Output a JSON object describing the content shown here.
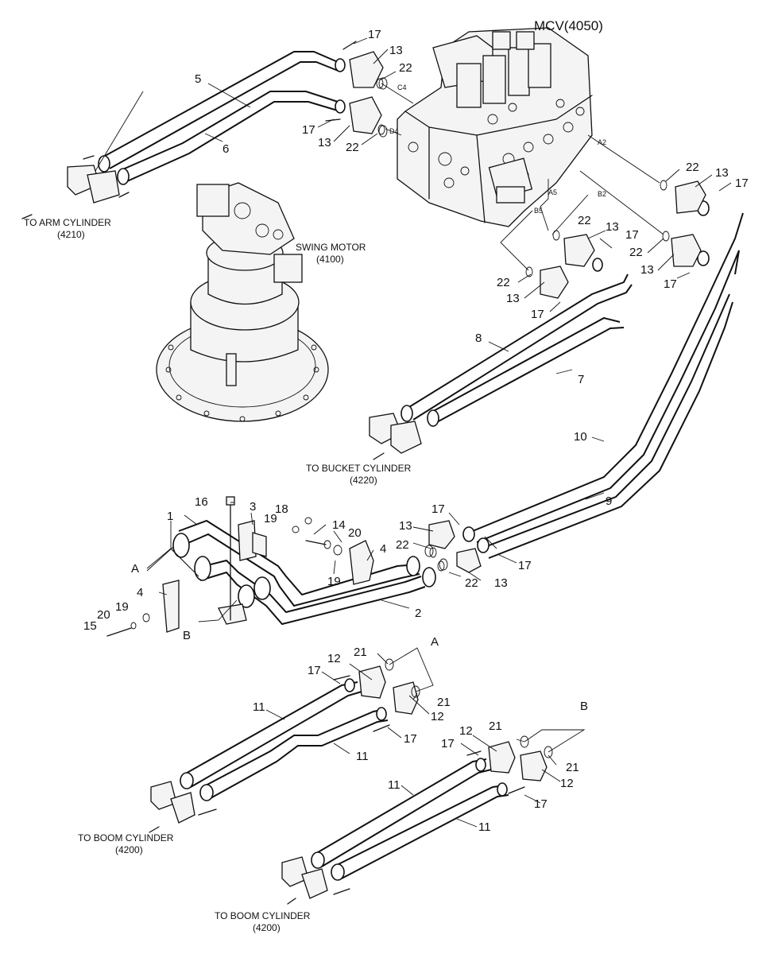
{
  "components": {
    "mcv_title": "MCV(4050)",
    "swing_motor_line1": "SWING MOTOR",
    "swing_motor_line2": "(4100)"
  },
  "destinations": {
    "arm_line1": "TO ARM CYLINDER",
    "arm_line2": "(4210)",
    "bucket_line1": "TO BUCKET CYLINDER",
    "bucket_line2": "(4220)",
    "boom1_line1": "TO BOOM CYLINDER",
    "boom1_line2": "(4200)",
    "boom2_line1": "TO BOOM CYLINDER",
    "boom2_line2": "(4200)"
  },
  "ports": {
    "c4": "C4",
    "d4": "D4",
    "a2": "A2",
    "b2": "B2",
    "a5": "A5",
    "b5": "B5"
  },
  "callouts": {
    "n1": "1",
    "n2": "2",
    "n3": "3",
    "n4a": "4",
    "n4b": "4",
    "n5": "5",
    "n6": "6",
    "n7": "7",
    "n8": "8",
    "n9": "9",
    "n10": "10",
    "n11a": "11",
    "n11b": "11",
    "n11c": "11",
    "n11d": "11",
    "n12a": "12",
    "n12b": "12",
    "n12c": "12",
    "n12d": "12",
    "n13a": "13",
    "n13b": "13",
    "n13c": "13",
    "n13d": "13",
    "n13e": "13",
    "n13f": "13",
    "n13g": "13",
    "n13h": "13",
    "n14": "14",
    "n15": "15",
    "n16": "16",
    "n17a": "17",
    "n17b": "17",
    "n17c": "17",
    "n17d": "17",
    "n17e": "17",
    "n17f": "17",
    "n17g": "17",
    "n17h": "17",
    "n17i": "17",
    "n17j": "17",
    "n17k": "17",
    "n17l": "17",
    "n18": "18",
    "n19a": "19",
    "n19b": "19",
    "n19c": "19",
    "n20a": "20",
    "n20b": "20",
    "n21a": "21",
    "n21b": "21",
    "n21c": "21",
    "n21d": "21",
    "n22a": "22",
    "n22b": "22",
    "n22c": "22",
    "n22d": "22",
    "n22e": "22",
    "n22f": "22",
    "n22g": "22",
    "detA1": "A",
    "detA2": "A",
    "detB1": "B",
    "detB2": "B"
  }
}
